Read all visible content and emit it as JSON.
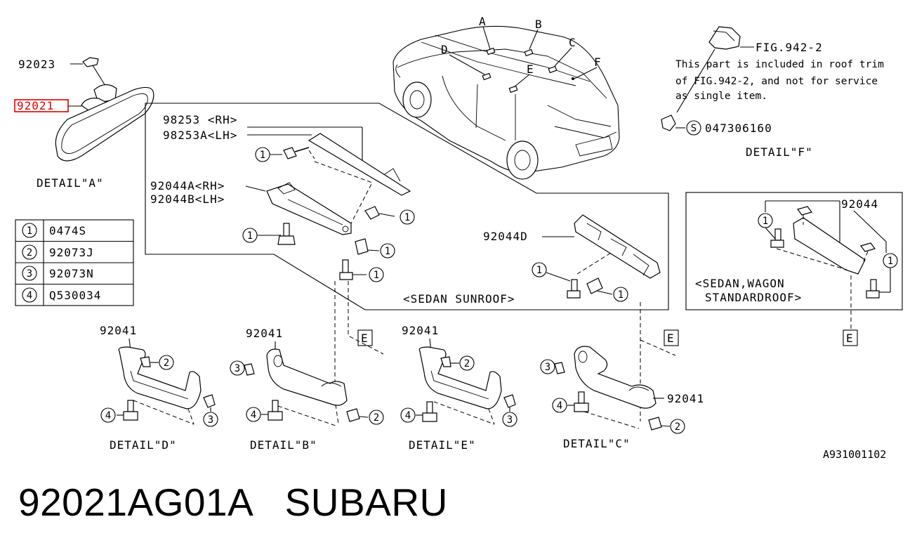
{
  "legend": [
    {
      "num": "1",
      "code": "0474S"
    },
    {
      "num": "2",
      "code": "92073J"
    },
    {
      "num": "3",
      "code": "92073N"
    },
    {
      "num": "4",
      "code": "Q530034"
    }
  ],
  "detail_a": {
    "part_top": "92023",
    "part_highlighted": "92021",
    "caption": "DETAIL\"A\""
  },
  "car_letters": [
    "A",
    "B",
    "C",
    "D",
    "E",
    "F"
  ],
  "detail_f": {
    "fig_ref": "FIG.942-2",
    "note_lines": [
      "This part is included in roof trim",
      "of FIG.942-2, and not for service",
      "as single item."
    ],
    "s_code": "S",
    "part_code": "047306160",
    "caption": "DETAIL\"F\""
  },
  "sunroof": {
    "part_rh": "98253 <RH>",
    "part_lh": "98253A<LH>",
    "part_bracket_rh": "92044A<RH>",
    "part_bracket_lh": "92044B<LH>",
    "part_d": "92044D",
    "caption": "<SEDAN SUNROOF>",
    "callout": "1"
  },
  "standard": {
    "part": "92044",
    "caption_line1": "<SEDAN,WAGON",
    "caption_line2": "STANDARDROOF>"
  },
  "ref_letter": "E",
  "handles": {
    "part": "92041",
    "captions": [
      "DETAIL\"D\"",
      "DETAIL\"B\"",
      "DETAIL\"E\"",
      "DETAIL\"C\""
    ],
    "callouts": [
      "2",
      "3",
      "4"
    ]
  },
  "figure_id": "A931001102",
  "banner": {
    "part_number": "92021AG01A",
    "brand": "SUBARU"
  }
}
